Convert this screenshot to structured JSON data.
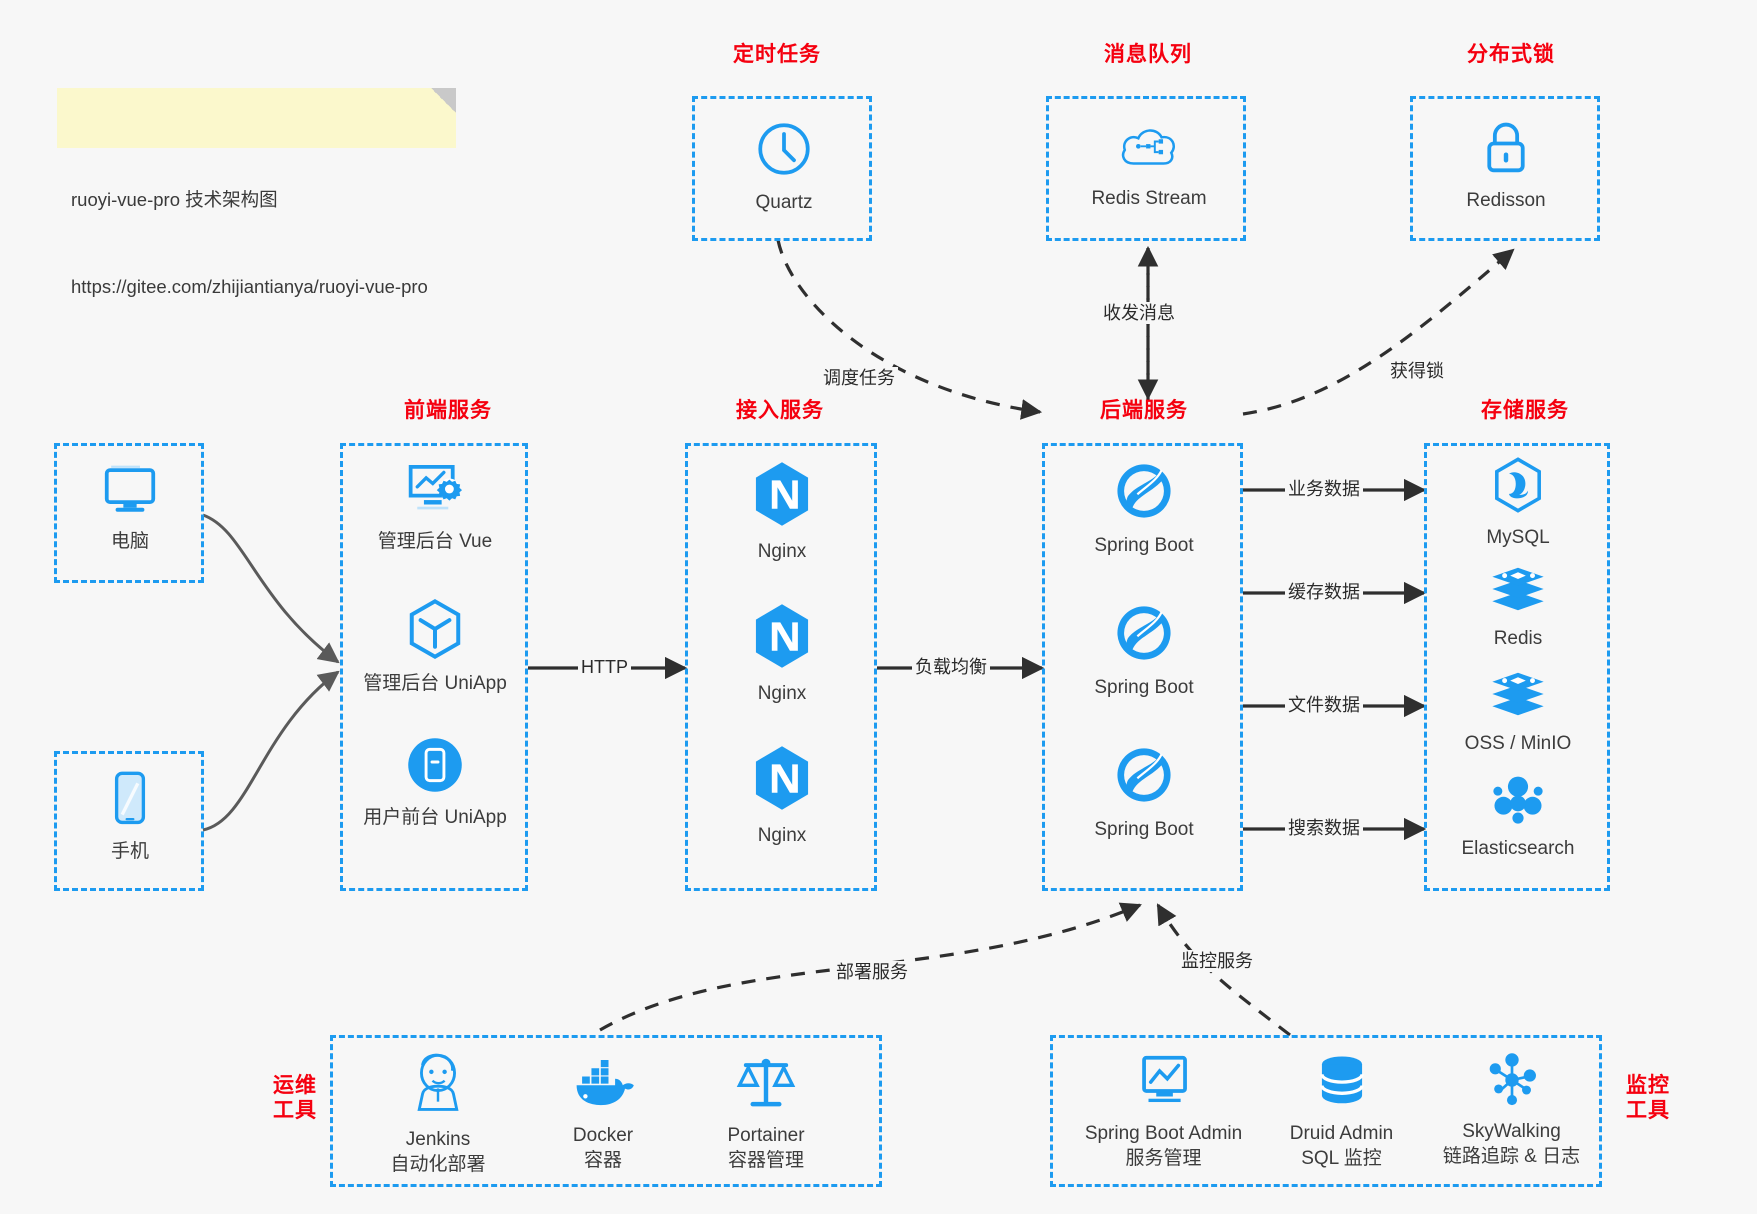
{
  "note": {
    "line1": "ruoyi-vue-pro 技术架构图",
    "line2": "https://gitee.com/zhijiantianya/ruoyi-vue-pro"
  },
  "colors": {
    "group_border": "#1d9bf0",
    "group_title": "#f5000f",
    "icon_blue": "#1d9bf0",
    "edge_solid": "#3a3a3a",
    "edge_curve": "#5a5a5a",
    "background": "#f7f7f7",
    "note_bg": "#fbf8cc"
  },
  "groups": {
    "scheduled_task": {
      "title": "定时任务",
      "nodes": [
        {
          "label": "Quartz",
          "icon": "clock-icon"
        }
      ]
    },
    "message_queue": {
      "title": "消息队列",
      "nodes": [
        {
          "label": "Redis Stream",
          "icon": "cloud-stream-icon"
        }
      ]
    },
    "distributed_lock": {
      "title": "分布式锁",
      "nodes": [
        {
          "label": "Redisson",
          "icon": "lock-icon"
        }
      ]
    },
    "client_pc": {
      "title": "",
      "nodes": [
        {
          "label": "电脑",
          "icon": "monitor-icon"
        }
      ]
    },
    "client_mobile": {
      "title": "",
      "nodes": [
        {
          "label": "手机",
          "icon": "phone-icon"
        }
      ]
    },
    "frontend": {
      "title": "前端服务",
      "nodes": [
        {
          "label": "管理后台 Vue",
          "icon": "dashboard-gear-icon"
        },
        {
          "label": "管理后台 UniApp",
          "icon": "cube-icon"
        },
        {
          "label": "用户前台 UniApp",
          "icon": "mobile-app-icon"
        }
      ]
    },
    "access": {
      "title": "接入服务",
      "nodes": [
        {
          "label": "Nginx",
          "icon": "nginx-icon"
        },
        {
          "label": "Nginx",
          "icon": "nginx-icon"
        },
        {
          "label": "Nginx",
          "icon": "nginx-icon"
        }
      ]
    },
    "backend": {
      "title": "后端服务",
      "nodes": [
        {
          "label": "Spring Boot",
          "icon": "spring-boot-icon"
        },
        {
          "label": "Spring Boot",
          "icon": "spring-boot-icon"
        },
        {
          "label": "Spring Boot",
          "icon": "spring-boot-icon"
        }
      ]
    },
    "storage": {
      "title": "存储服务",
      "nodes": [
        {
          "label": "MySQL",
          "icon": "mysql-icon"
        },
        {
          "label": "Redis",
          "icon": "redis-icon"
        },
        {
          "label": "OSS / MinIO",
          "icon": "oss-minio-icon"
        },
        {
          "label": "Elasticsearch",
          "icon": "elasticsearch-icon"
        }
      ]
    },
    "devops": {
      "title": "运维\n工具",
      "nodes": [
        {
          "label": "Jenkins",
          "sublabel": "自动化部署",
          "icon": "jenkins-icon"
        },
        {
          "label": "Docker",
          "sublabel": "容器",
          "icon": "docker-icon"
        },
        {
          "label": "Portainer",
          "sublabel": "容器管理",
          "icon": "scales-icon"
        }
      ]
    },
    "monitoring": {
      "title": "监控\n工具",
      "nodes": [
        {
          "label": "Spring Boot Admin",
          "sublabel": "服务管理",
          "icon": "monitor-chart-icon"
        },
        {
          "label": "Druid Admin",
          "sublabel": "SQL 监控",
          "icon": "database-icon"
        },
        {
          "label": "SkyWalking",
          "sublabel": "链路追踪 & 日志",
          "icon": "network-nodes-icon"
        }
      ]
    }
  },
  "edges": [
    {
      "id": "schedule-task",
      "label": "调度任务",
      "style": "dashed"
    },
    {
      "id": "send-receive",
      "label": "收发消息",
      "style": "dashed-bidirectional"
    },
    {
      "id": "acquire-lock",
      "label": "获得锁",
      "style": "dashed"
    },
    {
      "id": "http",
      "label": "HTTP",
      "style": "solid"
    },
    {
      "id": "load-balance",
      "label": "负载均衡",
      "style": "solid"
    },
    {
      "id": "business-data",
      "label": "业务数据",
      "style": "solid"
    },
    {
      "id": "cache-data",
      "label": "缓存数据",
      "style": "solid"
    },
    {
      "id": "file-data",
      "label": "文件数据",
      "style": "solid"
    },
    {
      "id": "search-data",
      "label": "搜索数据",
      "style": "solid"
    },
    {
      "id": "deploy-service",
      "label": "部署服务",
      "style": "dashed"
    },
    {
      "id": "monitor-service",
      "label": "监控服务",
      "style": "dashed"
    }
  ]
}
